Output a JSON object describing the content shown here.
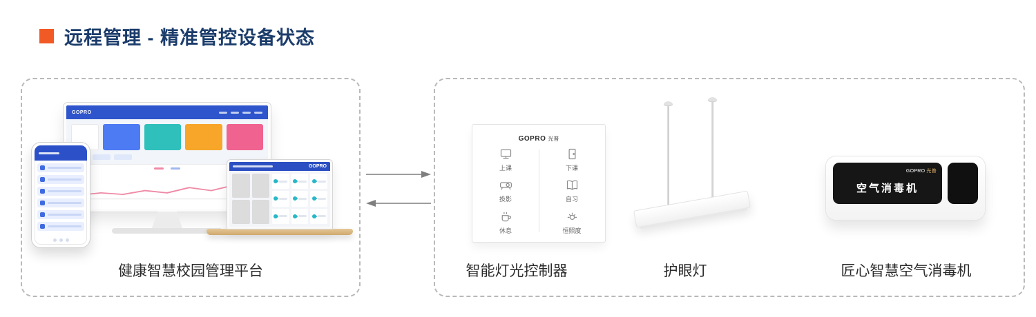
{
  "page": {
    "title": "远程管理 - 精准管控设备状态"
  },
  "left_panel": {
    "caption": "健康智慧校园管理平台",
    "monitor": {
      "brand": "GOPRO"
    },
    "laptop": {
      "brand": "GOPRO"
    }
  },
  "right_panel": {
    "controller": {
      "caption": "智能灯光控制器",
      "brand_primary": "GOPRO",
      "brand_secondary": "光普",
      "buttons": [
        {
          "label": "上课"
        },
        {
          "label": "下课"
        },
        {
          "label": "投影"
        },
        {
          "label": "自习"
        },
        {
          "label": "休息"
        },
        {
          "label": "恒照度"
        }
      ]
    },
    "eye_light": {
      "caption": "护眼灯"
    },
    "air_purifier": {
      "caption": "匠心智慧空气消毒机",
      "brand_primary": "GOPRO",
      "brand_secondary": "光普",
      "label": "空气消毒机"
    }
  },
  "colors": {
    "accent_orange": "#F15A24",
    "title_navy": "#1B3C6B",
    "ui_blue": "#2E55CC"
  }
}
